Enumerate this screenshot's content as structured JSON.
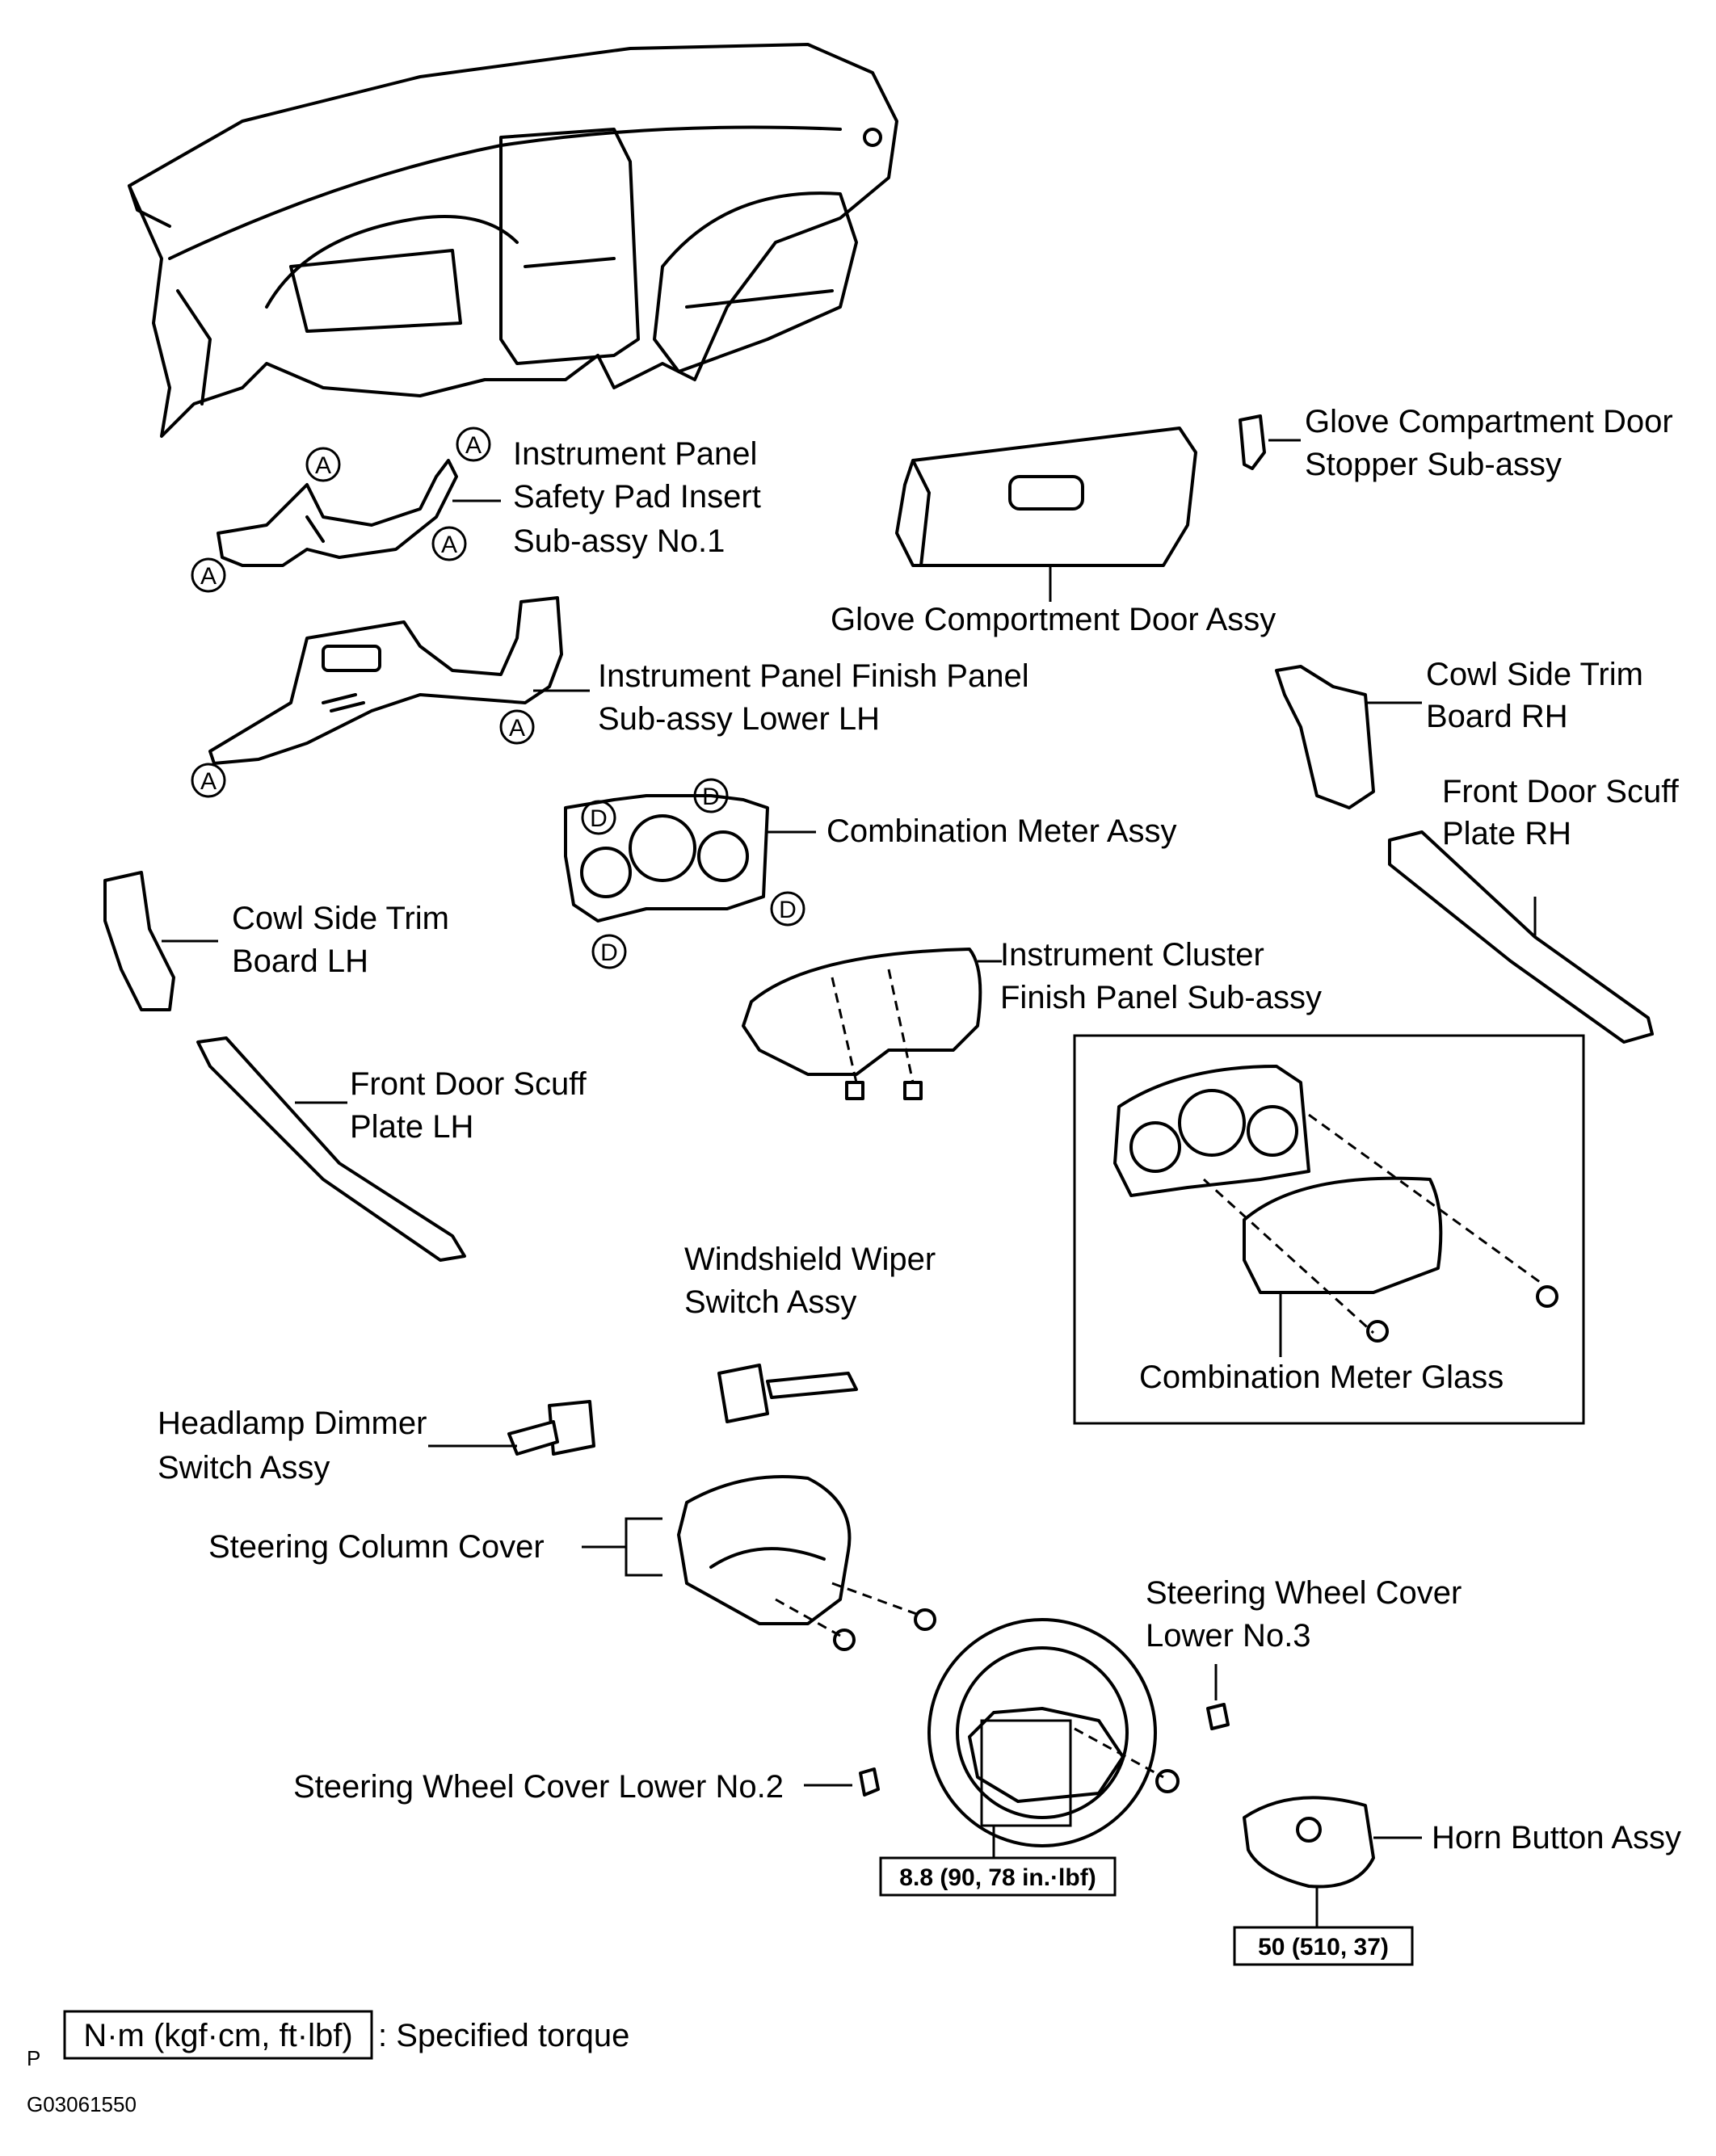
{
  "labels": {
    "glove_stopper_1": "Glove Compartment Door",
    "glove_stopper_2": "Stopper  Sub-assy",
    "safety_pad_1": "Instrument Panel",
    "safety_pad_2": "Safety Pad Insert",
    "safety_pad_3": "Sub-assy  No.1",
    "glove_door": "Glove Comportment Door Assy",
    "finish_lower_1": "Instrument Panel Finish Panel",
    "finish_lower_2": "Sub-assy  Lower LH",
    "cowl_rh_1": "Cowl Side Trim",
    "cowl_rh_2": "Board RH",
    "scuff_rh_1": "Front Door Scuff",
    "scuff_rh_2": "Plate RH",
    "comb_meter": "Combination Meter Assy",
    "cowl_lh_1": "Cowl Side Trim",
    "cowl_lh_2": "Board LH",
    "cluster_finish_1": "Instrument Cluster",
    "cluster_finish_2": "Finish Panel Sub-assy",
    "scuff_lh_1": "Front Door Scuff",
    "scuff_lh_2": "Plate LH",
    "wiper_1": "Windshield Wiper",
    "wiper_2": "Switch Assy",
    "meter_glass": "Combination Meter Glass",
    "headlamp_1": "Headlamp Dimmer",
    "headlamp_2": "Switch Assy",
    "column_cover": "Steering Column Cover",
    "wheel_cover3_1": "Steering Wheel Cover",
    "wheel_cover3_2": "Lower No.3",
    "wheel_cover2": "Steering Wheel Cover Lower No.2",
    "horn": "Horn Button Assy"
  },
  "callouts": {
    "a": "A",
    "d": "D"
  },
  "torque": {
    "wheel": "8.8 (90, 78 in.·lbf)",
    "horn": "50 (510, 37)"
  },
  "legend": {
    "unit_box": "N·m (kgf·cm, ft·lbf)",
    "text": ": Specified torque"
  },
  "footer": {
    "p": "P",
    "code": "G03061550"
  }
}
